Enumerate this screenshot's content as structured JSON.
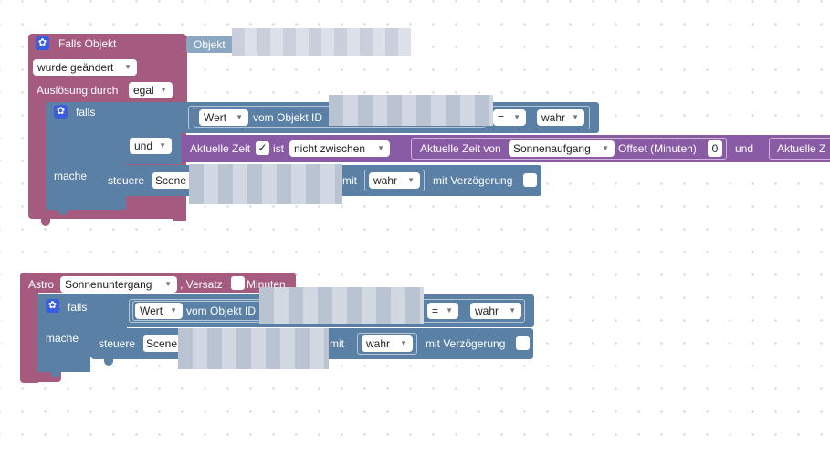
{
  "block1": {
    "event_label": "Falls Objekt",
    "object_label": "Objekt",
    "trigger_value": "wurde geändert",
    "trigger_by_label": "Auslösung durch",
    "trigger_by_value": "egal",
    "if_label": "falls",
    "and_value": "und",
    "do_label": "mache",
    "cond1": {
      "prop": "Wert",
      "of_id_label": "vom Objekt ID",
      "op": "=",
      "value": "wahr"
    },
    "cond2": {
      "time_label": "Aktuelle Zeit",
      "check": "✓",
      "is_label": "ist",
      "mode": "nicht zwischen",
      "time_of_label": "Aktuelle Zeit von",
      "astro_value": "Sonnenaufgang",
      "offset_label": "Offset (Minuten)",
      "offset_value": "0",
      "and_label": "und",
      "time_label2": "Aktuelle Z"
    },
    "action": {
      "control_label": "steuere",
      "target": "Scene",
      "with_label": "mit",
      "value": "wahr",
      "delay_label": "mit Verzögerung"
    }
  },
  "block2": {
    "astro_label": "Astro",
    "astro_value": "Sonnenuntergang",
    "offset_label": ", Versatz",
    "minutes_label": "Minuten",
    "if_label": "falls",
    "do_label": "mache",
    "cond1": {
      "prop": "Wert",
      "of_id_label": "vom Objekt ID",
      "op": "=",
      "value": "wahr"
    },
    "action": {
      "control_label": "steuere",
      "target": "Scene",
      "with_label": "mit",
      "value": "wahr",
      "delay_label": "mit Verzögerung"
    }
  },
  "icons": {
    "gear": "gear-icon",
    "dropdown": "triangle-down-icon"
  },
  "colors": {
    "event": "#a55b80",
    "logic": "#5b80a5",
    "time": "#8a5ba5",
    "gear": "#3a5de0"
  }
}
